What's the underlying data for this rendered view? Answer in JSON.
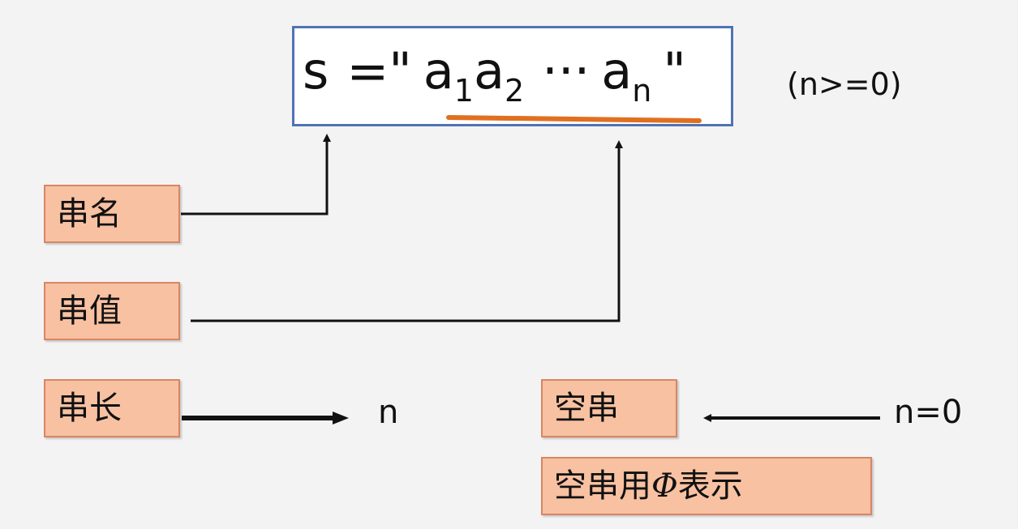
{
  "formula": {
    "name": "s",
    "equals_open": "=\"",
    "char_1": "a",
    "sub_1": "1",
    "char_2": "a",
    "sub_2": "2",
    "ellipsis": "···",
    "char_n": "a",
    "sub_n": "n",
    "close_quote": "\""
  },
  "condition": "(n>=0)",
  "labels": {
    "string_name": "串名",
    "string_value": "串值",
    "string_length": "串长",
    "empty_string": "空串",
    "empty_symbol_prefix": "空串用",
    "empty_symbol": "Φ",
    "empty_symbol_suffix": "表示"
  },
  "length_value": "n",
  "empty_condition": "n=0",
  "colors": {
    "label_fill": "#f8c1a1",
    "label_border": "#d88565",
    "box_border": "#4f73b4",
    "underline": "#e07020"
  }
}
